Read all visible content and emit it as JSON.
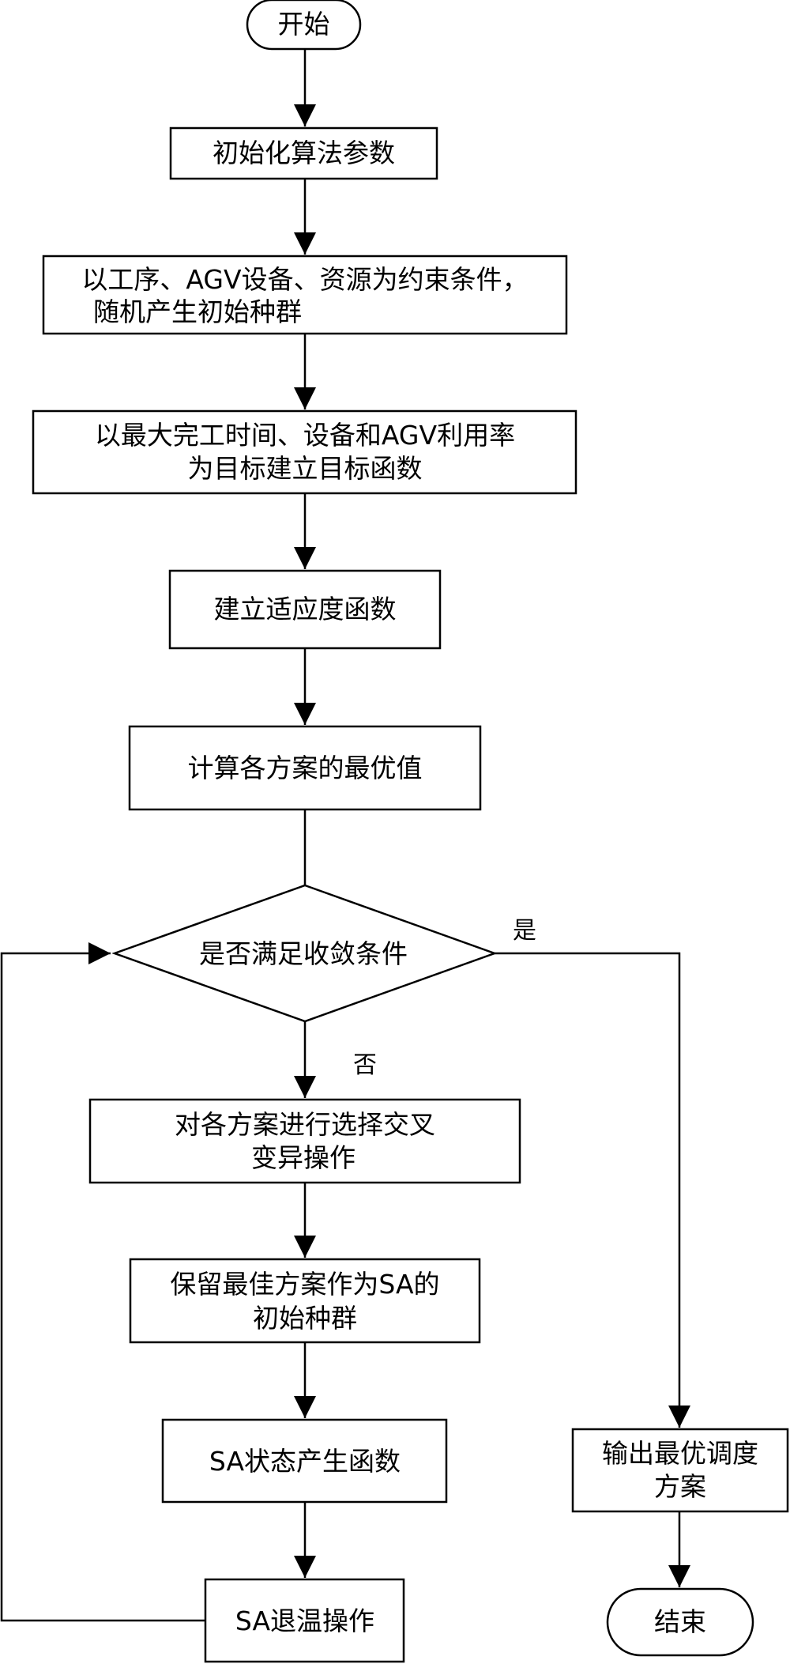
{
  "nodes": {
    "start": "开始",
    "init_params": "初始化算法参数",
    "random_pop_l1": "以工序、AGV设备、资源为约束条件，",
    "random_pop_l2": "随机产生初始种群",
    "objective_l1": "以最大完工时间、设备和AGV利用率",
    "objective_l2": "为目标建立目标函数",
    "fitness": "建立适应度函数",
    "compute_optimal": "计算各方案的最优值",
    "converge_check": "是否满足收敛条件",
    "select_cross_l1": "对各方案进行选择交叉",
    "select_cross_l2": "变异操作",
    "keep_best_l1": "保留最佳方案作为SA的",
    "keep_best_l2": "初始种群",
    "sa_state": "SA状态产生函数",
    "sa_anneal": "SA退温操作",
    "output_l1": "输出最优调度",
    "output_l2": "方案",
    "end": "结束"
  },
  "edge_labels": {
    "yes": "是",
    "no": "否"
  }
}
